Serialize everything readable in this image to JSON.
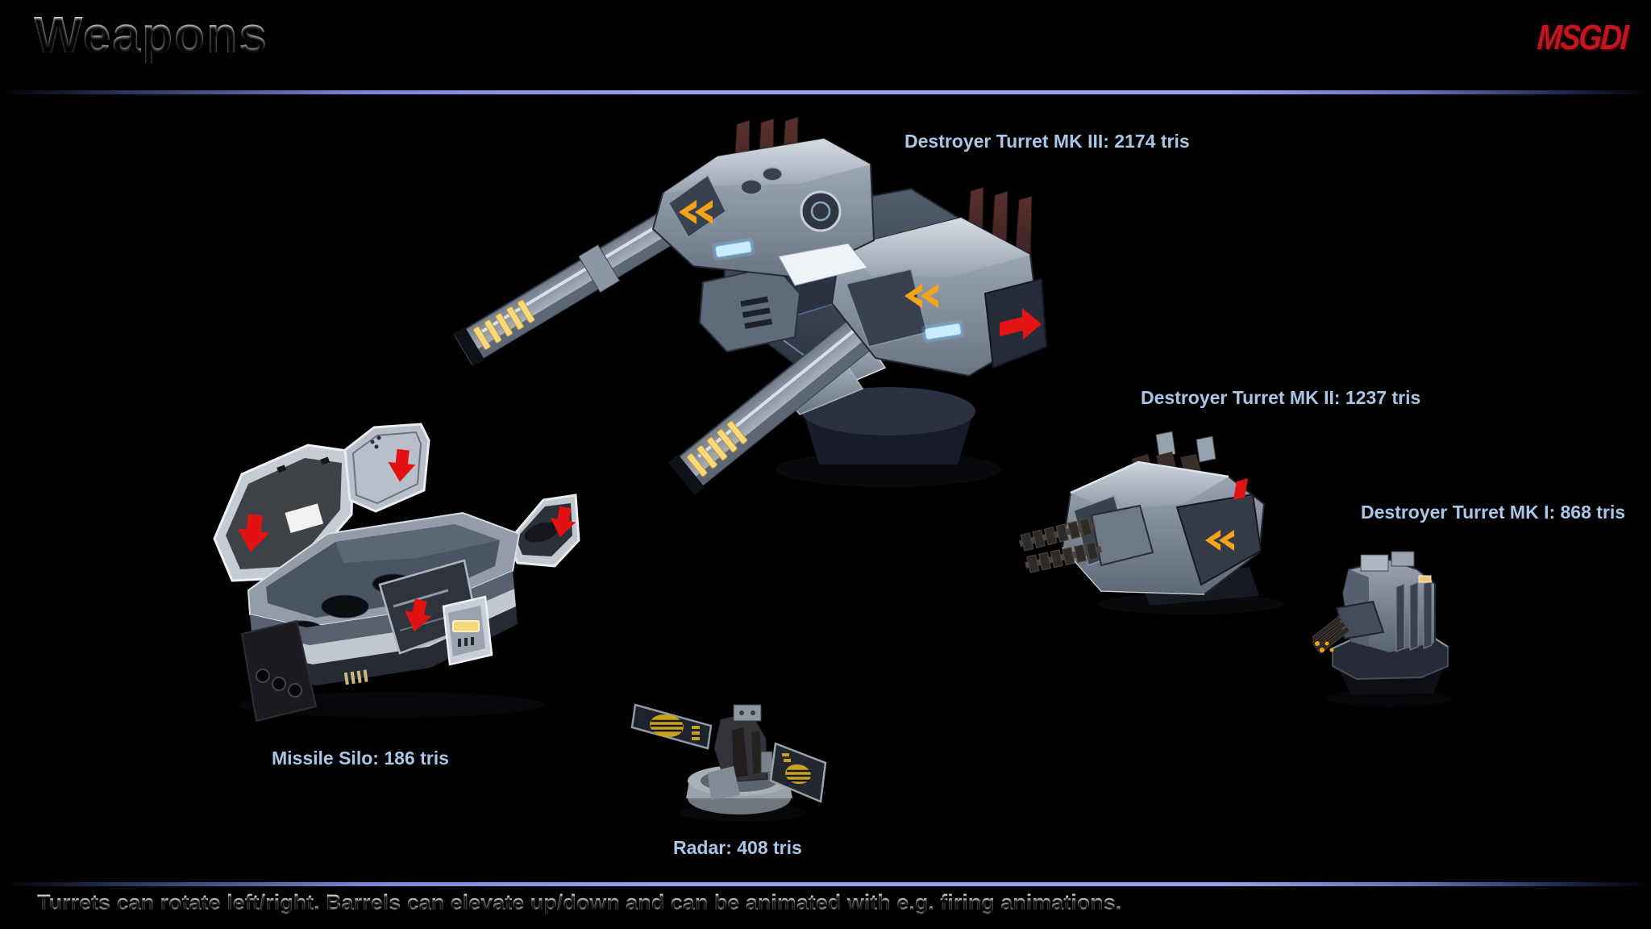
{
  "header": {
    "title": "Weapons",
    "logo": "MSGDI"
  },
  "models": [
    {
      "name": "Destroyer Turret MK III",
      "tris": 2174,
      "label": "Destroyer Turret MK III: 2174 tris"
    },
    {
      "name": "Destroyer Turret MK II",
      "tris": 1237,
      "label": "Destroyer Turret MK II: 1237 tris"
    },
    {
      "name": "Destroyer Turret MK I",
      "tris": 868,
      "label": "Destroyer Turret MK I: 868 tris"
    },
    {
      "name": "Missile Silo",
      "tris": 186,
      "label": "Missile Silo: 186 tris"
    },
    {
      "name": "Radar",
      "tris": 408,
      "label": "Radar: 408 tris"
    }
  ],
  "footer": {
    "note": "Turrets can rotate left/right. Barrels can elevate up/down and can be animated with e.g. firing animations."
  },
  "colors": {
    "background": "#000000",
    "divider_blue": "#99a2ec",
    "label_blue": "#a9c6e6",
    "logo_red": "#c3141f",
    "decal_orange": "#f2a41c",
    "decal_red": "#e21515",
    "glow_cyan": "#cfeeff",
    "glow_yellow": "#f5d87c",
    "hull_gray": "#8f99a5"
  }
}
